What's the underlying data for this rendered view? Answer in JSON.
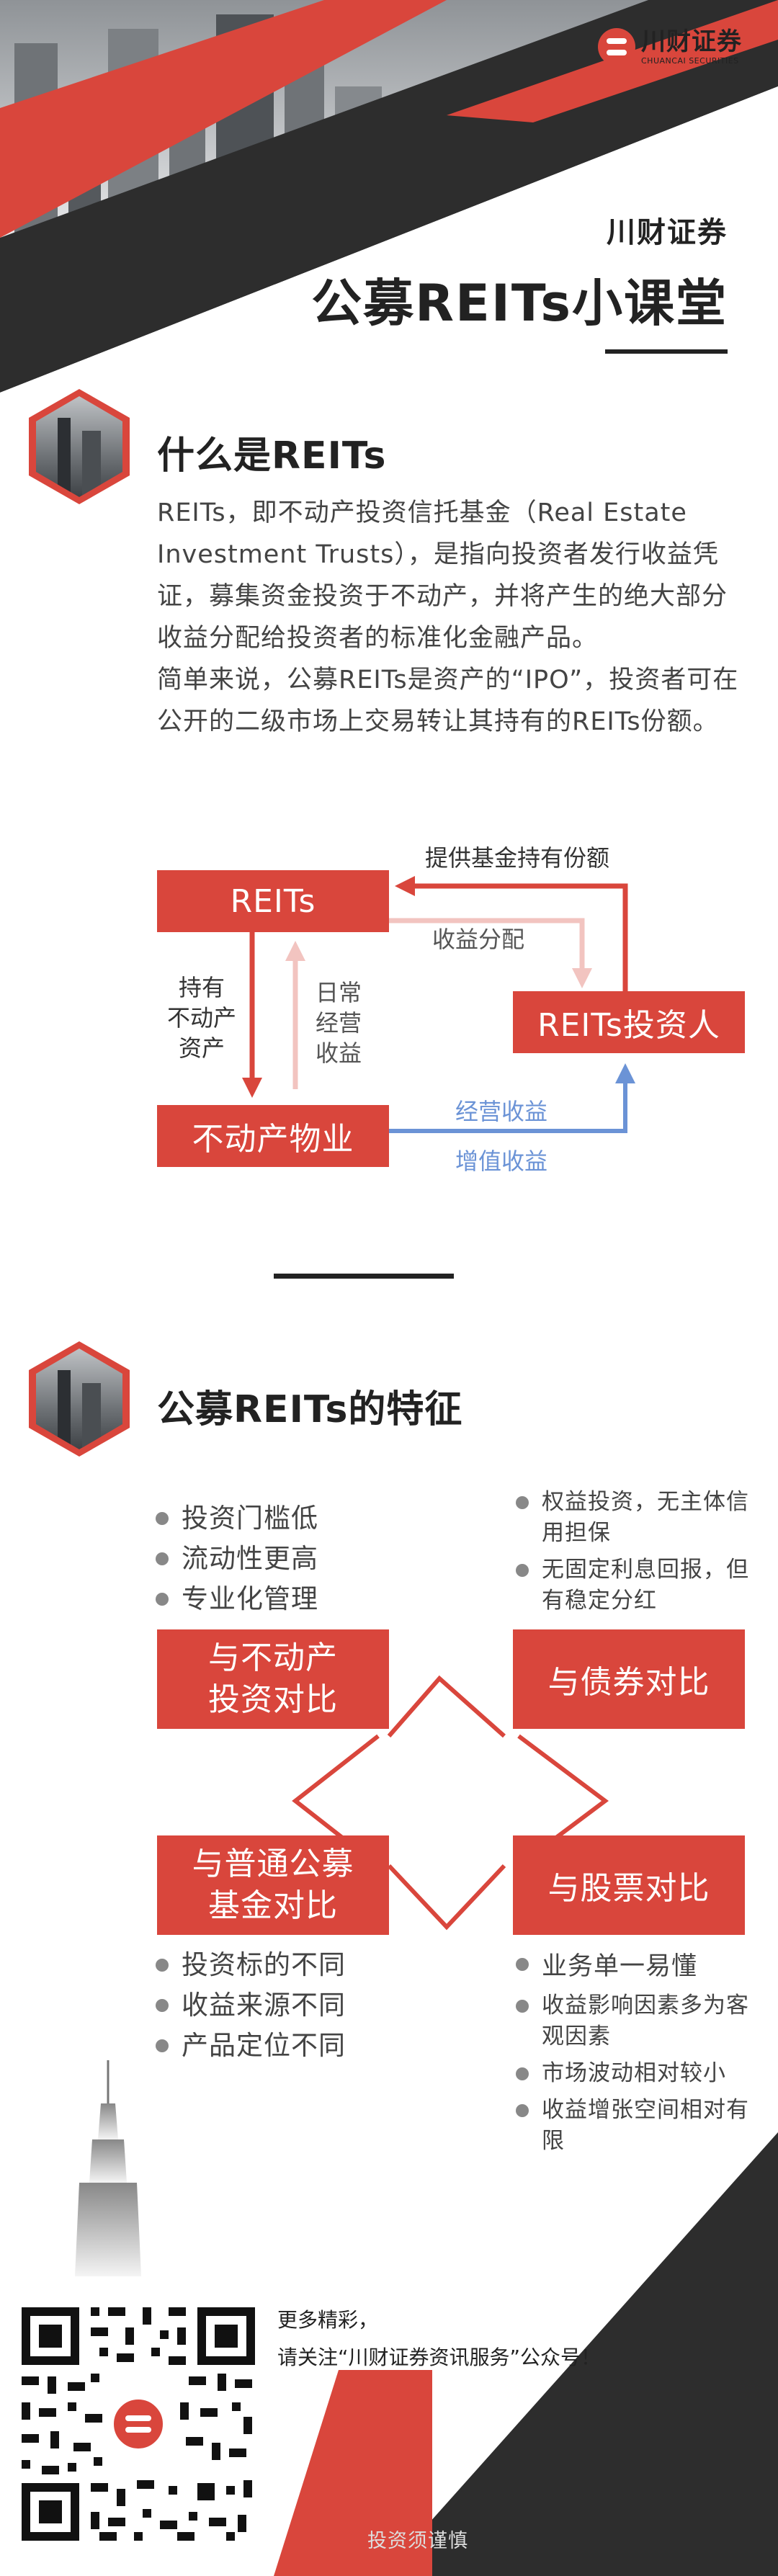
{
  "header": {
    "logo_cn": "川财证券",
    "logo_en": "CHUANCAI SECURITIES",
    "brand": "川财证券",
    "title": "公募REITs小课堂"
  },
  "section1": {
    "title": "什么是REITs",
    "paragraph1": "REITs，即不动产投资信托基金（Real Estate Investment Trusts），是指向投资者发行收益凭证，募集资金投资于不动产，并将产生的绝大部分收益分配给投资者的标准化金融产品。",
    "paragraph2": "简单来说，公募REITs是资产的“IPO”，投资者可在公开的二级市场上交易转让其持有的REITs份额。"
  },
  "diagram": {
    "box_reits": "REITs",
    "box_investor": "REITs投资人",
    "box_property": "不动产物业",
    "label_provide": "提供基金持有份额",
    "label_dividend": "收益分配",
    "label_hold_1": "持有",
    "label_hold_2": "不动产",
    "label_hold_3": "资产",
    "label_daily_1": "日常",
    "label_daily_2": "经营",
    "label_daily_3": "收益",
    "label_operate": "经营收益",
    "label_appreciate": "增值收益"
  },
  "section2": {
    "title": "公募REITs的特征",
    "box_realestate": "与不动产投资对比",
    "box_bond": "与债券对比",
    "box_fund": "与普通公募基金对比",
    "box_stock": "与股票对比",
    "realestate_points": [
      "投资门槛低",
      "流动性更高",
      "专业化管理"
    ],
    "bond_points": [
      "权益投资，无主体信用担保",
      "无固定利息回报，但有稳定分红"
    ],
    "fund_points": [
      "投资标的不同",
      "收益来源不同",
      "产品定位不同"
    ],
    "stock_points": [
      "业务单一易懂",
      "收益影响因素多为客观因素",
      "市场波动相对较小",
      "收益增张空间相对有限"
    ]
  },
  "footer": {
    "line1": "更多精彩，",
    "line2": "请关注“川财证券资讯服务”公众号！",
    "note": "投资须谨慎"
  },
  "colors": {
    "accent_red": "#d9463c",
    "dark": "#2d2d2d",
    "pink_arrow": "#f2c4c0",
    "blue_arrow": "#6b93d6"
  }
}
